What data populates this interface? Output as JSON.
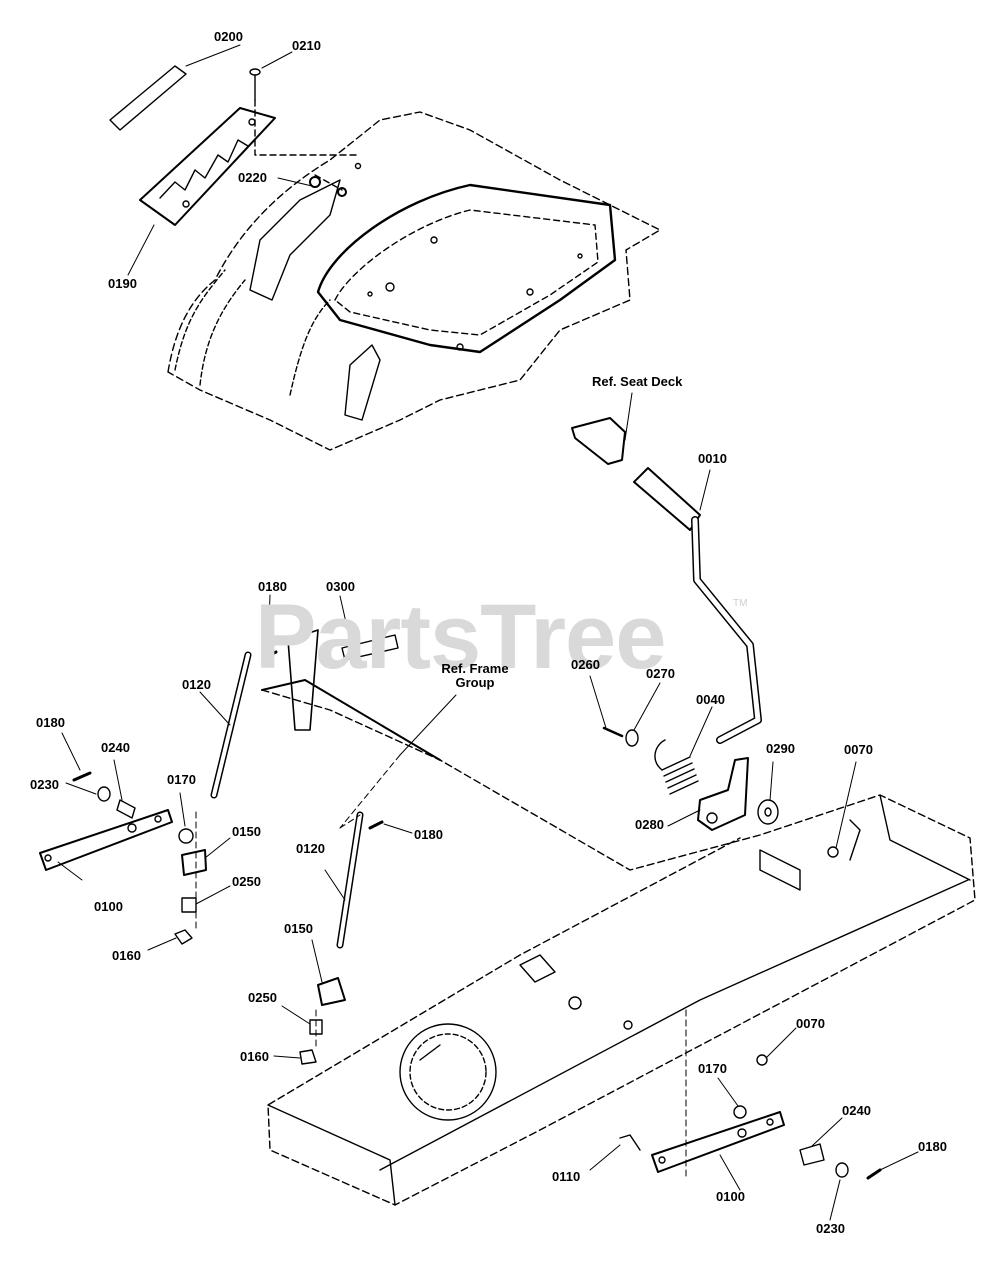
{
  "watermark": {
    "text": "PartsTree",
    "trademark": "TM"
  },
  "references": {
    "seat_deck": "Ref. Seat Deck",
    "frame_group_line1": "Ref. Frame",
    "frame_group_line2": "Group"
  },
  "callouts": {
    "p0200": "0200",
    "p0210": "0210",
    "p0220": "0220",
    "p0190": "0190",
    "p0010": "0010",
    "p0180_top": "0180",
    "p0300": "0300",
    "p0120_left": "0120",
    "p0180_left": "0180",
    "p0240_left": "0240",
    "p0170_left": "0170",
    "p0230_left": "0230",
    "p0150_left": "0150",
    "p0100_left": "0100",
    "p0250_left": "0250",
    "p0160_left": "0160",
    "p0180_mid": "0180",
    "p0120_mid": "0120",
    "p0150_mid": "0150",
    "p0250_mid": "0250",
    "p0160_mid": "0160",
    "p0260": "0260",
    "p0270": "0270",
    "p0040": "0040",
    "p0290": "0290",
    "p0070_top": "0070",
    "p0280": "0280",
    "p0070_bottom": "0070",
    "p0170_right": "0170",
    "p0240_right": "0240",
    "p0180_right": "0180",
    "p0110": "0110",
    "p0100_right": "0100",
    "p0230_right": "0230"
  }
}
